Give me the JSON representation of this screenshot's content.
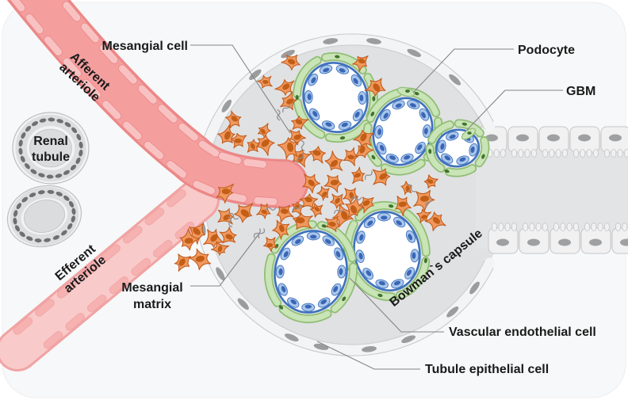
{
  "labels": {
    "mesangial_cell": "Mesangial cell",
    "podocyte": "Podocyte",
    "gbm": "GBM",
    "renal_tubule_line1": "Renal",
    "renal_tubule_line2": "tubule",
    "afferent_line1": "Afferent",
    "afferent_line2": "arteriole",
    "efferent_line1": "Efferent",
    "efferent_line2": "arteriole",
    "mesangial_matrix_line1": "Mesangial",
    "mesangial_matrix_line2": "matrix",
    "bowmans_capsule": "Bowman`s capsule",
    "vascular_endothelial": "Vascular endothelial cell",
    "tubule_epithelial": "Tubule epithelial cell"
  },
  "colors": {
    "bg_card": "#f7f8f9",
    "label_text": "#1a1a1a",
    "label_line": "#848484",
    "glomerulus_fill": "#e0e1e3",
    "capsule_band": "#f3f4f5",
    "capsule_outline": "#c7c8ca",
    "capsule_nucleus": "#9b9c9e",
    "afferent_fill": "#f49e9e",
    "afferent_border": "#ec8888",
    "afferent_cell": "#fac6c6",
    "efferent_fill": "#f9caca",
    "efferent_border": "#f1a3a3",
    "efferent_cell": "#f6afaf",
    "capillary_ring": "#3d72bc",
    "endothelial_fill": "#a9c7ec",
    "endothelial_stroke": "#4a7ac2",
    "endothelial_nucleus": "#3b66b5",
    "podocyte_fill": "#c9e4b6",
    "podocyte_stroke": "#8fbe74",
    "podocyte_nucleus": "#41742c",
    "mesangial_fill": "#f0985e",
    "mesangial_stroke": "#c25c1c",
    "mesangial_nucleus": "#c35e16",
    "matrix_squiggle": "#8e9094",
    "tubule_cell_fill": "#f1f1f2",
    "tubule_cell_stroke": "#c5c6c8",
    "tubule_nucleus": "#9fa0a2",
    "tubule_lumen": "#e3e4e5"
  }
}
